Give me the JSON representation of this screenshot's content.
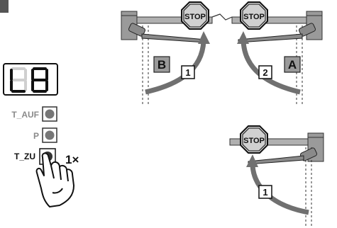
{
  "display": {
    "text": "L8"
  },
  "buttons": [
    {
      "label": "T_AUF"
    },
    {
      "label": "P"
    },
    {
      "label": "T_ZU"
    }
  ],
  "press_count": "1×",
  "stop_sign_text": "STOP",
  "top_diagram": {
    "leaf_b_label": "B",
    "leaf_a_label": "A",
    "step_left": "1",
    "step_right": "2"
  },
  "bottom_diagram": {
    "step": "1"
  },
  "colors": {
    "stop_red": "#d0d0d0",
    "panel_gray": "#9a9a9a",
    "arrow_gray": "#707070",
    "ink": "#111111"
  }
}
